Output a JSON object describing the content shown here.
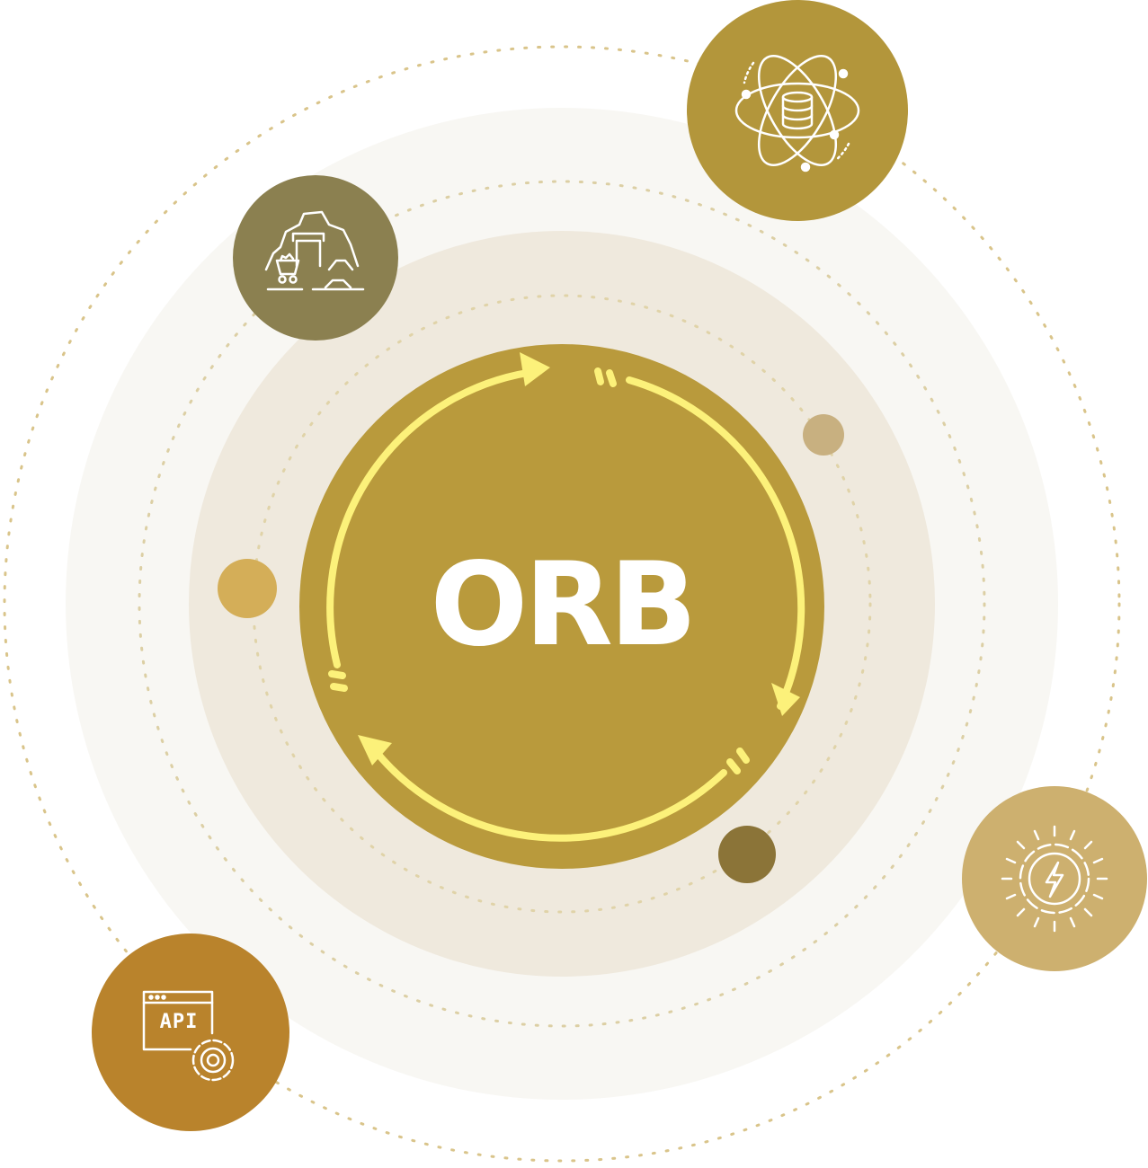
{
  "core": {
    "label": "ORB",
    "color": "#b99a3c",
    "ring_color": "#fcf17a"
  },
  "background": {
    "outer_halo": "#f8f7f3",
    "inner_halo": "#efe9dd",
    "dot_color": "#d9c48a"
  },
  "nodes": [
    {
      "id": "mining",
      "icon": "mine-cart-icon",
      "color": "#8b8050"
    },
    {
      "id": "data-science",
      "icon": "atom-database-icon",
      "color": "#b3963b"
    },
    {
      "id": "energy",
      "icon": "sun-lightning-icon",
      "color": "#cdb06f"
    },
    {
      "id": "api",
      "icon": "api-window-gear-icon",
      "color": "#b9832c",
      "label": "API"
    }
  ],
  "accent_dots": [
    "#c8b080",
    "#d4ae58",
    "#8b7438"
  ]
}
